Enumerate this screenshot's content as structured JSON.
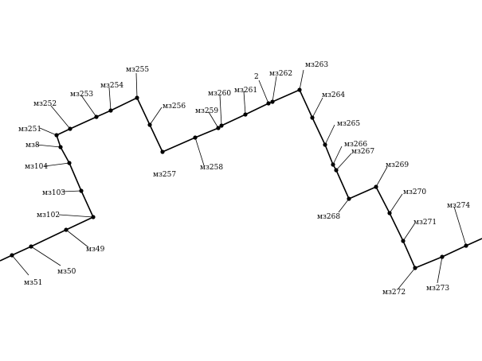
{
  "nodes": [
    {
      "id": "n51",
      "label": "мз51"
    },
    {
      "id": "n50",
      "label": "мз50"
    },
    {
      "id": "n49",
      "label": "мз49"
    },
    {
      "id": "n102",
      "label": "мз102"
    },
    {
      "id": "n103",
      "label": "мз103"
    },
    {
      "id": "n104",
      "label": "мз104"
    },
    {
      "id": "n8",
      "label": "мз8"
    },
    {
      "id": "n251",
      "label": "мз251"
    },
    {
      "id": "n252",
      "label": "мз252"
    },
    {
      "id": "n253",
      "label": "мз253"
    },
    {
      "id": "n254",
      "label": "мз254"
    },
    {
      "id": "n255",
      "label": "мз255"
    },
    {
      "id": "n256",
      "label": "мз256"
    },
    {
      "id": "n257",
      "label": "мз257"
    },
    {
      "id": "n258",
      "label": "мз258"
    },
    {
      "id": "n259",
      "label": "мз259"
    },
    {
      "id": "n260",
      "label": "мз260"
    },
    {
      "id": "n261",
      "label": "мз261"
    },
    {
      "id": "n2",
      "label": "2"
    },
    {
      "id": "n262",
      "label": "мз262"
    },
    {
      "id": "n263",
      "label": "мз263"
    },
    {
      "id": "n264",
      "label": "мз264"
    },
    {
      "id": "n265",
      "label": "мз265"
    },
    {
      "id": "n266",
      "label": "мз266"
    },
    {
      "id": "n267",
      "label": "мз267"
    },
    {
      "id": "n268",
      "label": "мз268"
    },
    {
      "id": "n269",
      "label": "мз269"
    },
    {
      "id": "n270",
      "label": "мз270"
    },
    {
      "id": "n271",
      "label": "мз271"
    },
    {
      "id": "n272",
      "label": "мз272"
    },
    {
      "id": "n273",
      "label": "мз273"
    },
    {
      "id": "n274",
      "label": "мз274"
    }
  ]
}
